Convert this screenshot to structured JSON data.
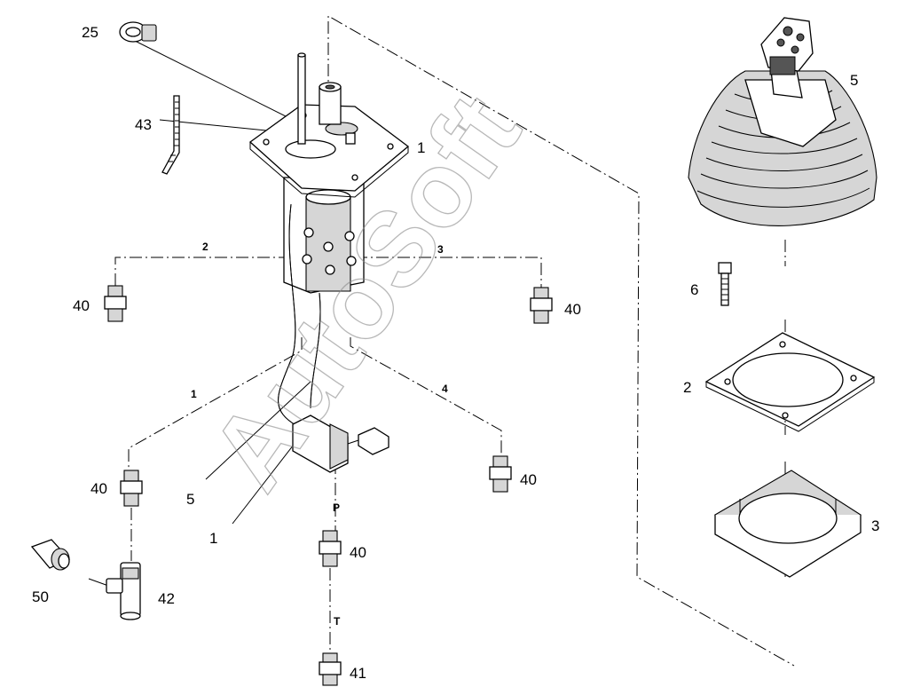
{
  "watermark": "AutoSoft",
  "callouts": {
    "c25": "25",
    "c43": "43",
    "c1_top": "1",
    "c5_right": "5",
    "c6": "6",
    "c2_right": "2",
    "c3_right": "3",
    "c40_left": "40",
    "c40_mid": "40",
    "c40_lower_left": "40",
    "c40_lower_right": "40",
    "c40_center": "40",
    "c5_lower": "5",
    "c1_lower": "1",
    "c50": "50",
    "c42": "42",
    "c41": "41"
  },
  "ports": {
    "p2": "2",
    "p3": "3",
    "p1": "1",
    "p4": "4",
    "pP": "P",
    "pT": "T"
  }
}
